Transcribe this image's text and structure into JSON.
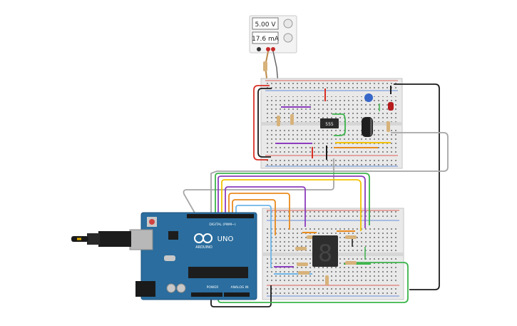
{
  "power_supply": {
    "voltage": "5.00 V",
    "current": "17.6 mA"
  },
  "timer_chip": {
    "label": "555"
  },
  "arduino": {
    "brand": "ARDUINO",
    "model": "UNO",
    "digital_header_label": "DIGITAL (PWM~)",
    "power_label": "POWER",
    "analog_label": "ANALOG IN"
  },
  "seven_segment": {
    "digit": "8"
  },
  "colors": {
    "board_blue": "#2a6d9e",
    "breadboard": "#e9e9e9",
    "wire_red": "#d93025",
    "wire_black": "#1b1b1b",
    "wire_green": "#3cb44b",
    "wire_purple": "#8c3dbd",
    "wire_orange": "#e98b1e",
    "wire_yellow": "#f2c200",
    "wire_gray": "#a6a6a6",
    "wire_blue": "#6fb6e9"
  }
}
